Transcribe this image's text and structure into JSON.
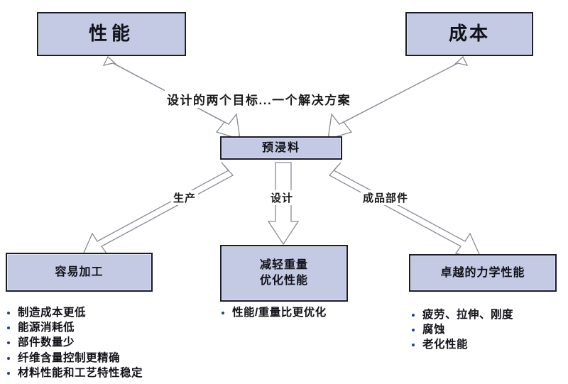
{
  "diagram": {
    "title_caption": "设计的两个目标...一个解决方案",
    "top_nodes": [
      {
        "id": "performance",
        "label": "性能"
      },
      {
        "id": "cost",
        "label": "成本"
      }
    ],
    "center_node": {
      "id": "prepreg",
      "label": "预浸料"
    },
    "edge_labels": [
      {
        "id": "production",
        "label": "生产"
      },
      {
        "id": "design",
        "label": "设计"
      },
      {
        "id": "finished-part",
        "label": "成品部件"
      }
    ],
    "bottom_nodes": [
      {
        "id": "easy-processing",
        "lines": [
          "容易加工"
        ]
      },
      {
        "id": "weight-performance",
        "lines": [
          "减轻重量",
          "优化性能"
        ]
      },
      {
        "id": "mechanical",
        "lines": [
          "卓越的力学性能"
        ]
      }
    ],
    "bullet_groups": [
      {
        "id": "easy-processing-bullets",
        "items": [
          "制造成本更低",
          "能源消耗低",
          "部件数量少",
          "纤维含量控制更精确",
          "材料性能和工艺特性稳定"
        ]
      },
      {
        "id": "weight-performance-bullets",
        "items": [
          "性能/重量比更优化"
        ]
      },
      {
        "id": "mechanical-bullets",
        "items": [
          "疲劳、拉伸、刚度",
          "腐蚀",
          "老化性能"
        ]
      }
    ],
    "colors": {
      "box_fill": "#c4cae4",
      "box_border": "#1c1c2b",
      "arrow_stroke": "#8a8a96",
      "bullet_marker": "#24427a",
      "background": "#ffffff",
      "text": "#111118"
    }
  }
}
